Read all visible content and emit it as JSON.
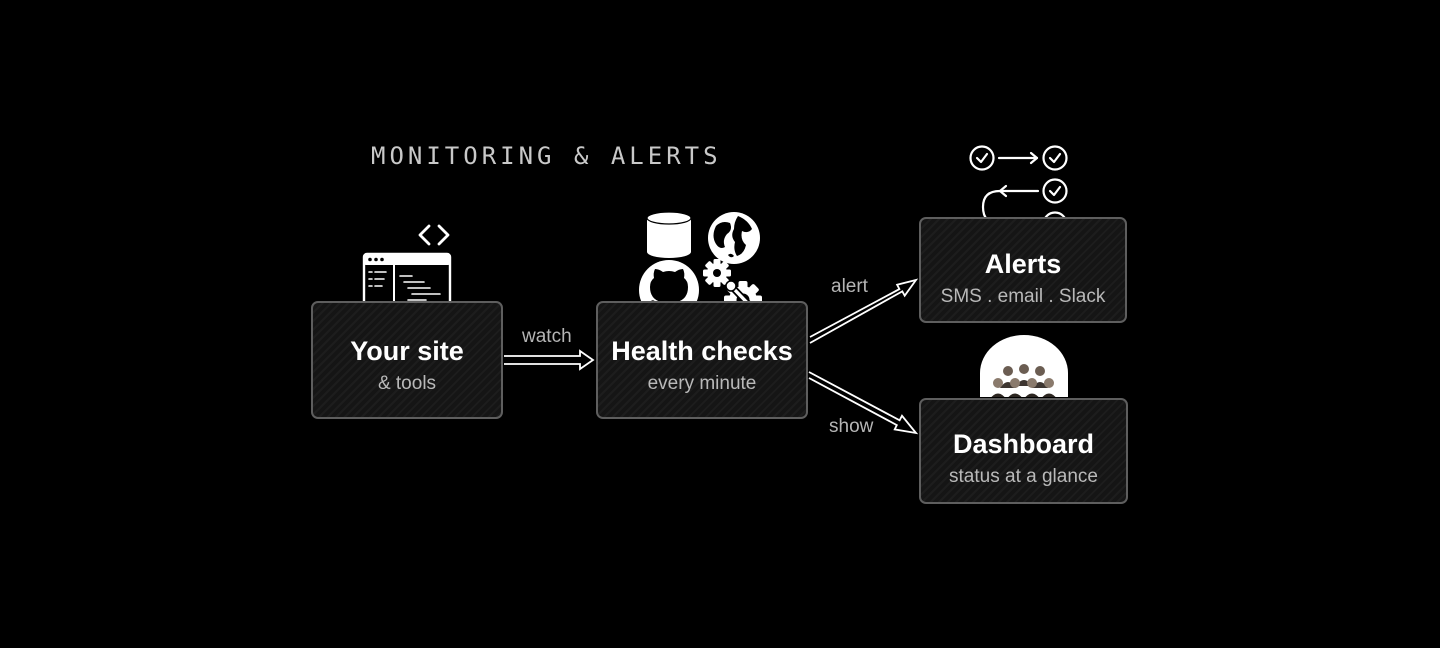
{
  "title": "MONITORING & ALERTS",
  "nodes": {
    "site": {
      "main": "Your site",
      "sub": "& tools"
    },
    "health": {
      "main": "Health checks",
      "sub": "every minute"
    },
    "alerts": {
      "main": "Alerts",
      "sub": "SMS . email . Slack"
    },
    "dashboard": {
      "main": "Dashboard",
      "sub": "status at a glance"
    }
  },
  "edges": {
    "watch": "watch",
    "alert": "alert",
    "show": "show"
  },
  "icons": {
    "site": [
      "code-brackets-icon",
      "browser-window-icon"
    ],
    "health": [
      "database-icon",
      "globe-icon",
      "github-icon",
      "gear-icon",
      "wrench-gear-icon"
    ],
    "alerts": [
      "checkmark-flow-icon"
    ],
    "dashboard": [
      "dome-people-icon"
    ]
  },
  "colors": {
    "background": "#000000",
    "box_fill": "#151515",
    "box_border": "#5e5e5e",
    "text_main": "#ffffff",
    "text_sub": "#b9b9b9"
  }
}
